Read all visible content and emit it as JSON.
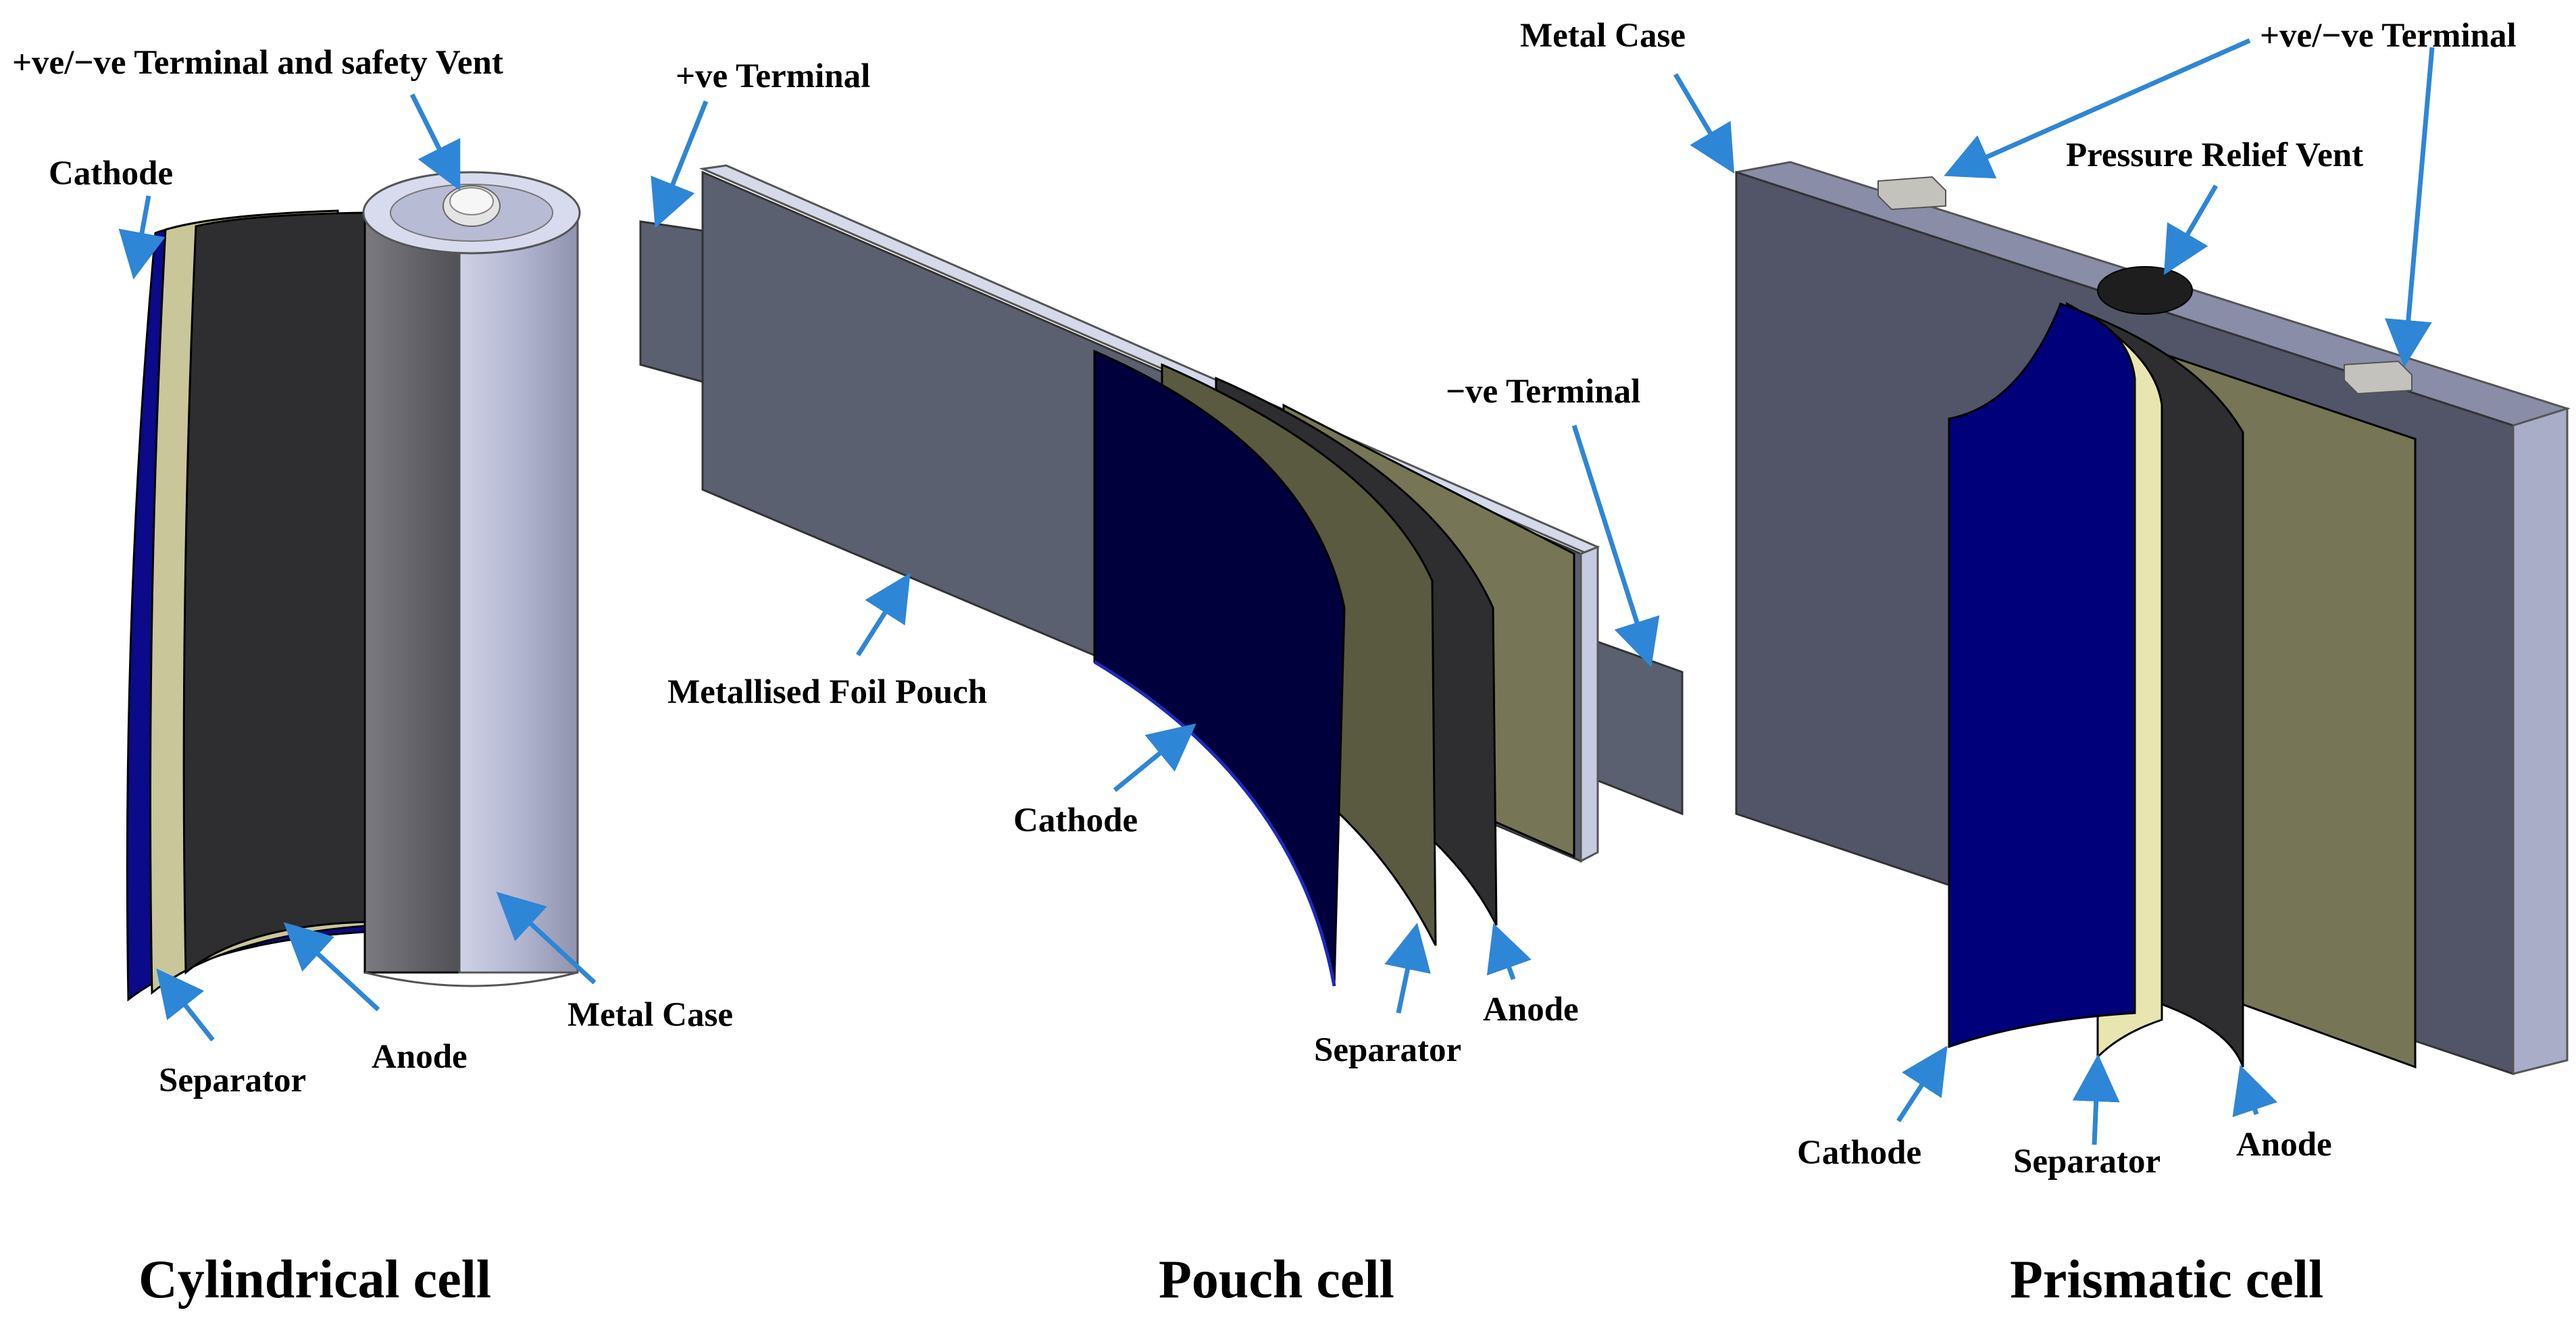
{
  "colors": {
    "arrow": "#2e86d6",
    "cathode": "#0a0a8a",
    "separator": "#e8e5b0",
    "anode": "#2e2e30",
    "metal_case": "#a9adc8",
    "pouch": "#5a6070",
    "olive_layer": "#767656"
  },
  "cylindrical": {
    "caption": "Cylindrical cell",
    "labels": {
      "terminal_vent": "+ve/−ve Terminal and safety Vent",
      "cathode": "Cathode",
      "separator": "Separator",
      "anode": "Anode",
      "metal_case": "Metal Case"
    }
  },
  "pouch": {
    "caption": "Pouch cell",
    "labels": {
      "pos_terminal": "+ve Terminal",
      "neg_terminal": "−ve Terminal",
      "foil_pouch": "Metallised Foil Pouch",
      "cathode": "Cathode",
      "separator": "Separator",
      "anode": "Anode"
    }
  },
  "prismatic": {
    "caption": "Prismatic cell",
    "labels": {
      "metal_case": "Metal Case",
      "terminals": "+ve/−ve Terminal",
      "vent": "Pressure Relief Vent",
      "cathode": "Cathode",
      "separator": "Separator",
      "anode": "Anode"
    }
  }
}
